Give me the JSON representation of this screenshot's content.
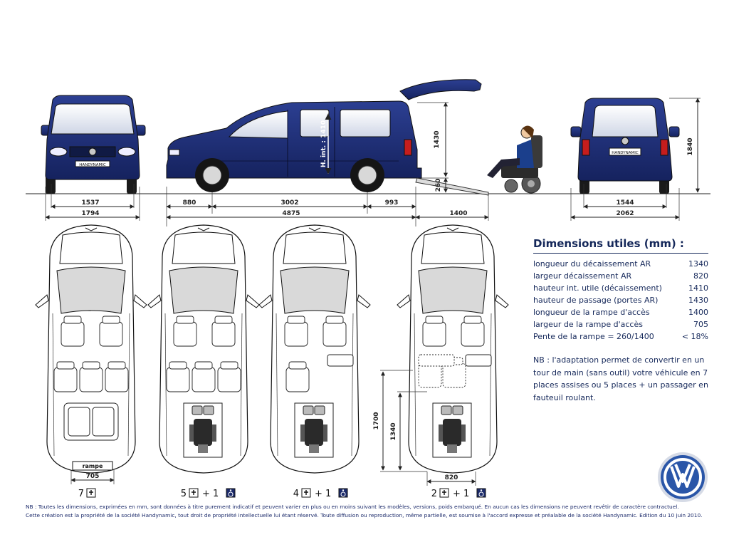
{
  "front": {
    "plate": "HANDYNAMIC",
    "dim_inner": "1537",
    "dim_outer": "1794"
  },
  "side": {
    "h_int": "H. int. : 1410",
    "h_door": "1430",
    "h_ramp": "260",
    "d_front": "880",
    "d_wheelbase": "3002",
    "d_rear": "993",
    "d_total": "4875",
    "d_ramp": "1400"
  },
  "rear": {
    "plate": "HANDYNAMIC",
    "dim_inner": "1544",
    "dim_outer": "2062",
    "height": "1840"
  },
  "plans": {
    "ramp_label": "rampe",
    "ramp_width": "705",
    "dim_1700": "1700",
    "dim_1340": "1340",
    "dim_820": "820",
    "configs": [
      {
        "count": "7",
        "extra": "",
        "wheel": false
      },
      {
        "count": "5",
        "extra": "+ 1",
        "wheel": true
      },
      {
        "count": "4",
        "extra": "+ 1",
        "wheel": true
      },
      {
        "count": "2",
        "extra": "+ 1",
        "wheel": true
      }
    ]
  },
  "spec": {
    "title": "Dimensions utiles (mm) :",
    "rows": [
      {
        "label": "longueur du décaissement AR",
        "value": "1340"
      },
      {
        "label": "largeur décaissement AR",
        "value": "820"
      },
      {
        "label": "hauteur int. utile (décaissement)",
        "value": "1410"
      },
      {
        "label": "hauteur de passage (portes AR)",
        "value": "1430"
      },
      {
        "label": "longueur de la rampe d'accès",
        "value": "1400"
      },
      {
        "label": "largeur de la rampe d'accès",
        "value": "705"
      },
      {
        "label": "Pente de la rampe = 260/1400",
        "value": "< 18%"
      }
    ],
    "nb": "NB : l'adaptation permet de convertir en un tour de main (sans outil) votre véhicule en 7 places assises ou 5 places + un passager en fauteuil roulant."
  },
  "footer": {
    "line1": "NB : Toutes les dimensions, exprimées en mm, sont données à titre purement indicatif et peuvent varier en plus ou en moins suivant les modèles, versions, poids embarqué. En aucun cas les dimensions ne peuvent revêtir de caractère contractuel.",
    "line2": "Cette création est la propriété de la société Handynamic, tout droit de propriété intellectuelle lui étant réservé. Toute diffusion ou reproduction, même partielle, est soumise à l'accord expresse et préalable de la société Handynamic. Edition du 10 juin 2010."
  },
  "colors": {
    "body": "#1e2f7a",
    "body_dark": "#0f1a4d",
    "line": "#1a1a1a",
    "text": "#15285a"
  }
}
